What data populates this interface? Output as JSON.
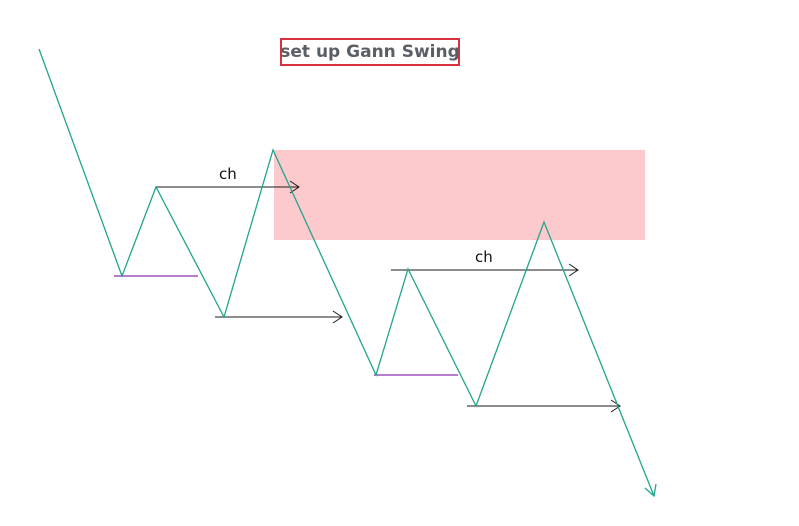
{
  "title": "set up Gann Swing",
  "labels": {
    "first_choch": "ch",
    "second_choch": "ch"
  },
  "colors": {
    "price_line": "#21a58c",
    "zone_fill": "#fcc9cd",
    "arrow_line": "#1a1a1a",
    "low_marker": "#8a2fb0",
    "title_border": "#d8313f",
    "title_text": "#5a5f66"
  },
  "icons": {
    "price_end": "arrowhead-icon",
    "level_end": "open-arrowhead-icon"
  }
}
